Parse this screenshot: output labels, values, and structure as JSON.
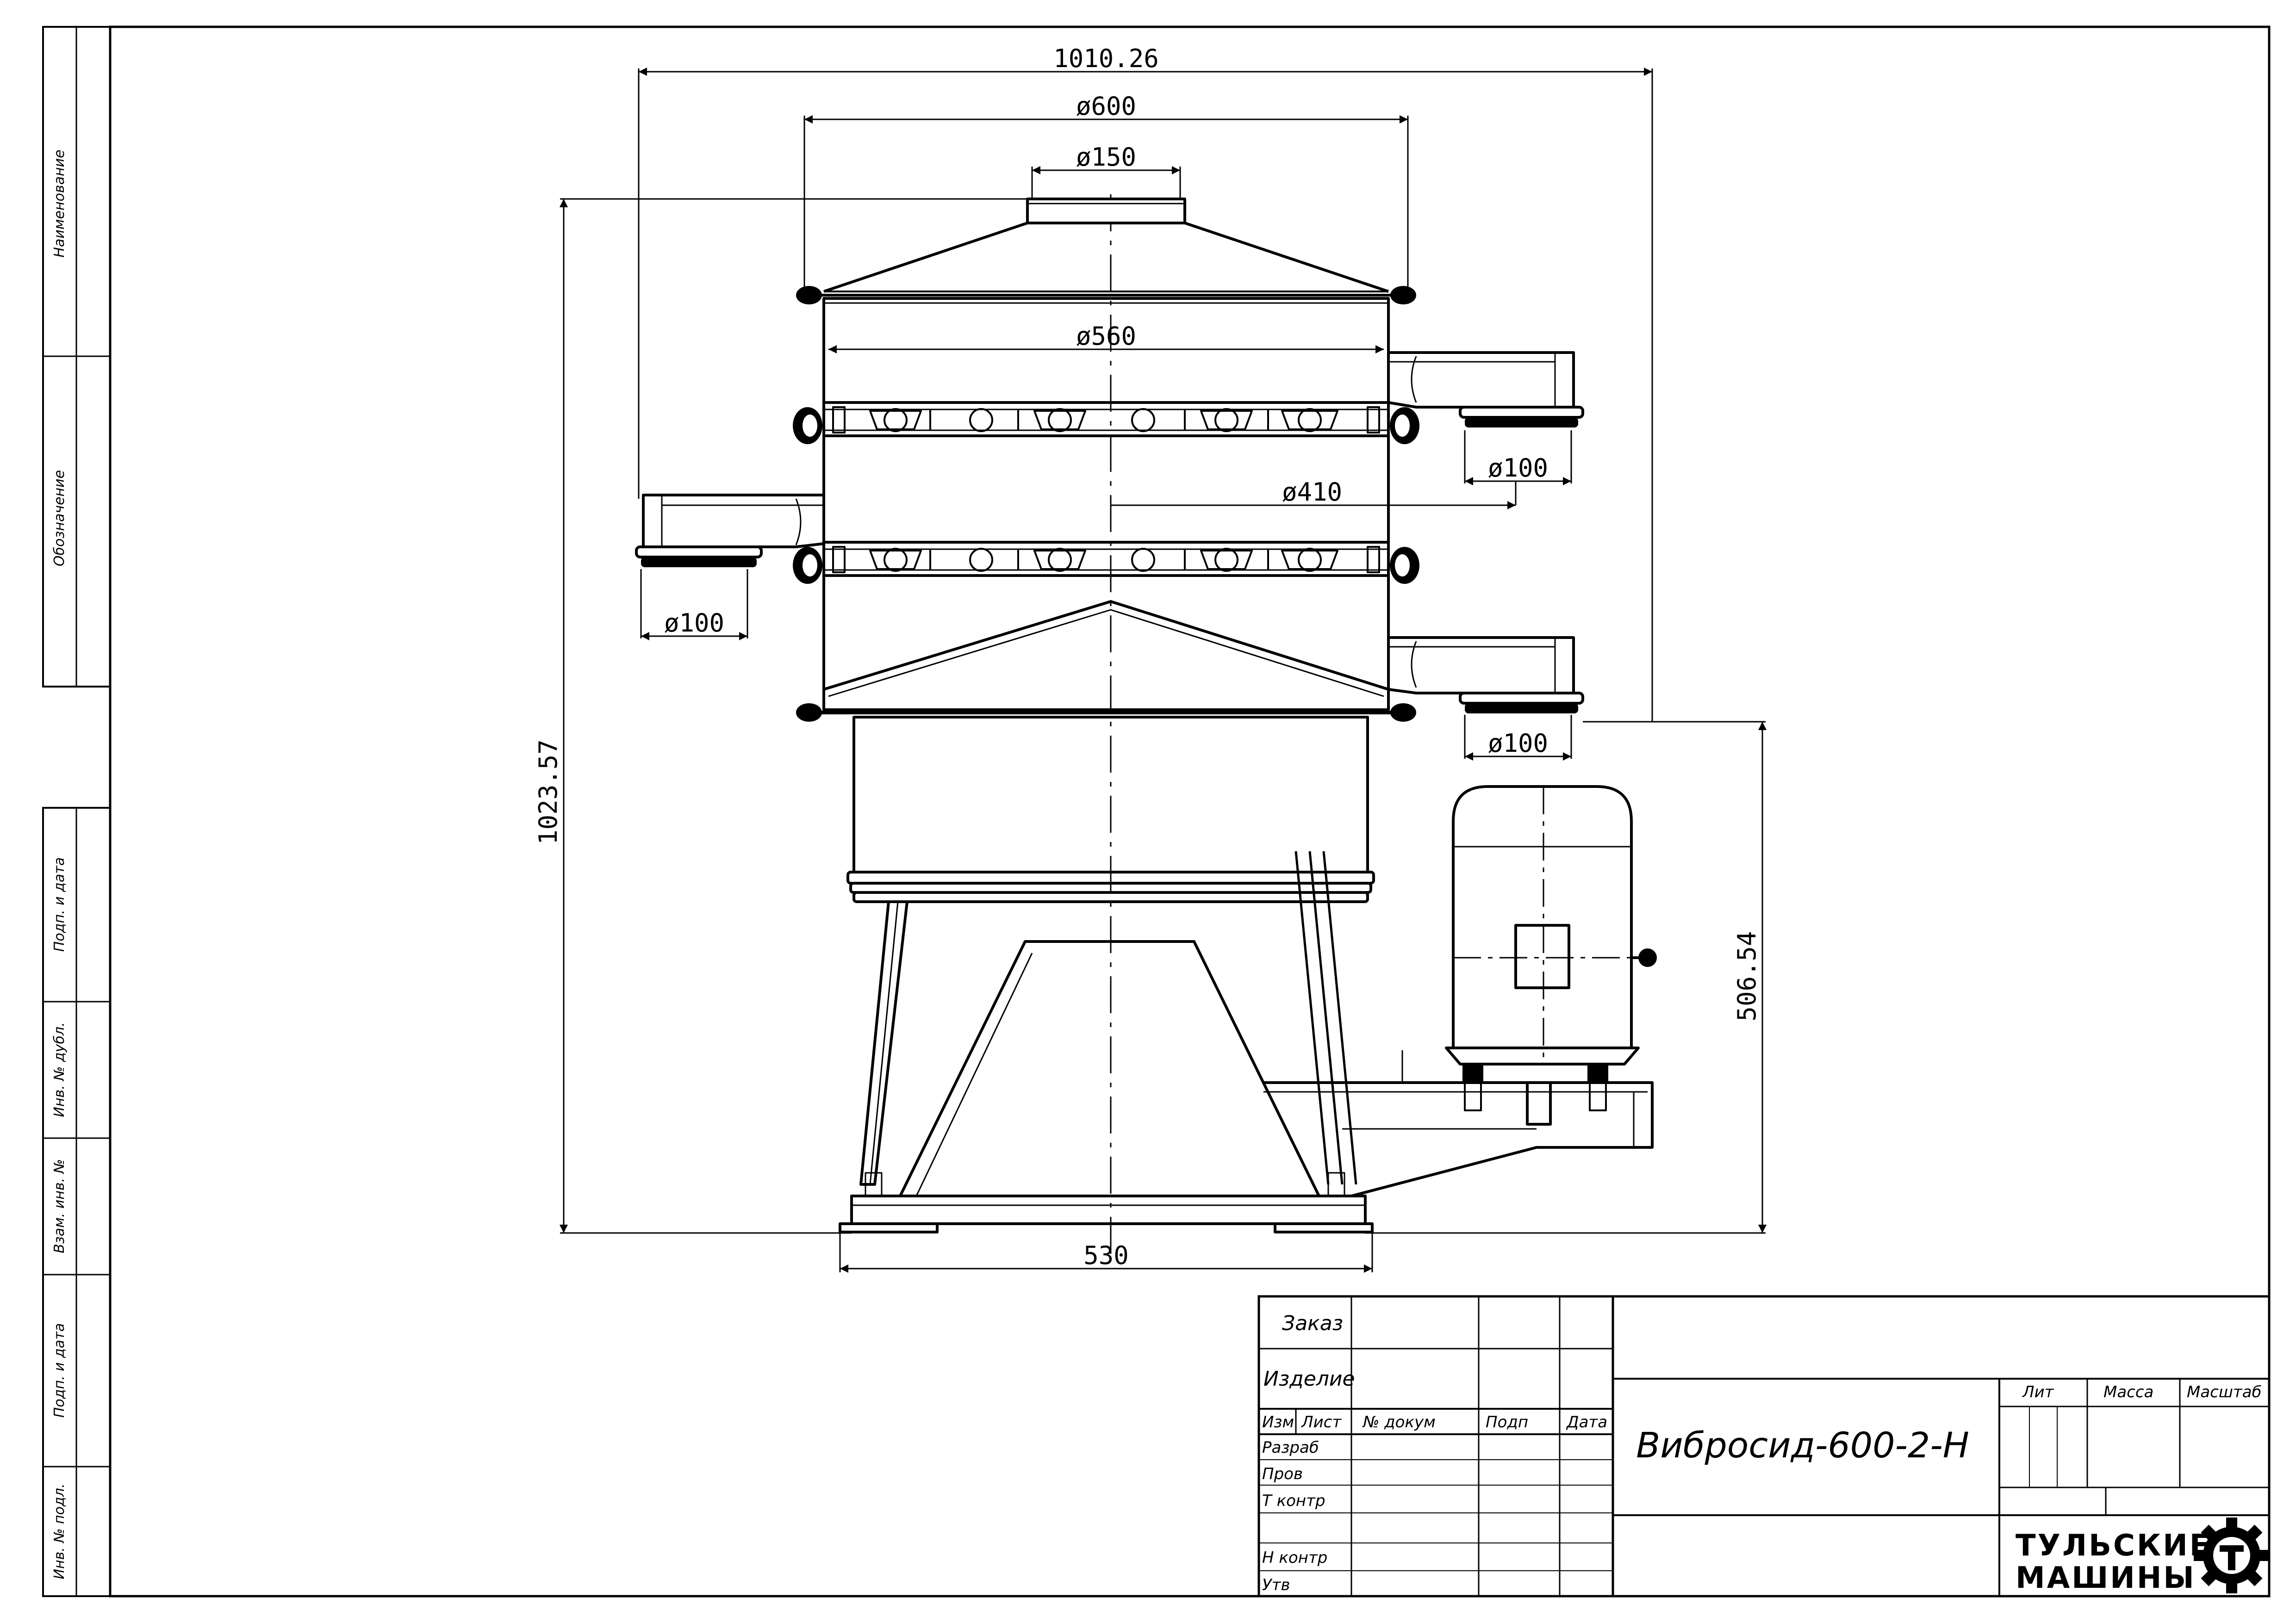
{
  "dimensions": {
    "overall_width": "1010.26",
    "top_diameter": "ø600",
    "inlet_diameter": "ø150",
    "body_diameter": "ø560",
    "upper_outlet": "ø100",
    "screen_diameter": "ø410",
    "left_outlet": "ø100",
    "lower_outlet": "ø100",
    "overall_height": "1023.57",
    "motor_height": "506.54",
    "base_width": "530"
  },
  "side_strip": {
    "naimenovanie": "Наименование",
    "oboznachenie": "Обозначение",
    "podp_data_1": "Подп. и дата",
    "inv_dubl": "Инв. № дубл.",
    "vzam_inv": "Взам. инв. №",
    "podp_data_2": "Подп. и дата",
    "inv_podl": "Инв. № подл."
  },
  "title_block": {
    "zakaz": "Заказ",
    "izdelie": "Изделие",
    "izm": "Изм",
    "list": "Лист",
    "n_dokum": "№ докум",
    "podp": "Подп",
    "data": "Дата",
    "razrab": "Разраб",
    "prov": "Пров",
    "t_kontr": "Т контр",
    "n_kontr": "Н контр",
    "utv": "Утв",
    "document_title": "Вибросид-600-2-Н",
    "lit": "Лит",
    "massa": "Масса",
    "masshtab": "Масштаб",
    "company_line1": "ТУЛЬСКИЕ",
    "company_line2": "МАШИНЫ"
  }
}
